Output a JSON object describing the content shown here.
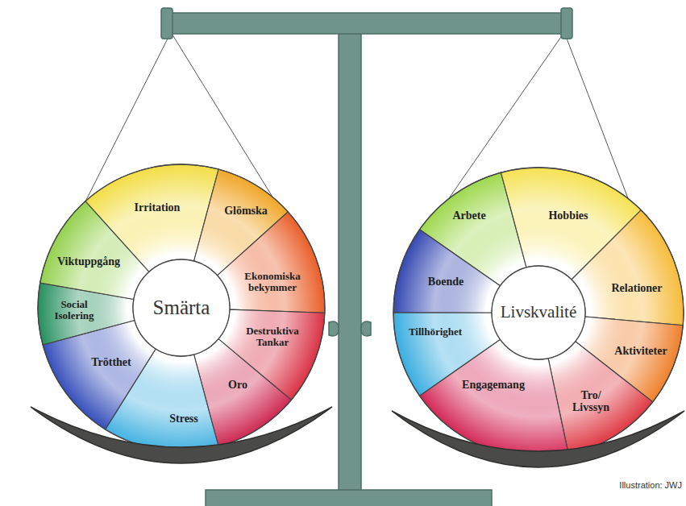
{
  "diagram": {
    "nodes": [
      {
        "text": [
          "Smärta"
        ]
      },
      {
        "text": [
          "Irritation"
        ]
      },
      {
        "text": [
          "Glömska"
        ]
      },
      {
        "text": [
          "Ekonomiska bekymmer"
        ]
      },
      {
        "text": [
          "Destruktiva Tankar"
        ]
      },
      {
        "text": [
          "Oro"
        ]
      },
      {
        "text": [
          "Stress"
        ]
      },
      {
        "text": [
          "Trötthet"
        ]
      },
      {
        "text": [
          "Social Isolering"
        ]
      },
      {
        "text": [
          "Viktuppgång"
        ]
      },
      {
        "text": [
          "Livskvalité"
        ]
      },
      {
        "text": [
          "Arbete"
        ]
      },
      {
        "text": [
          "Hobbies"
        ]
      },
      {
        "text": [
          "Relationer"
        ]
      },
      {
        "text": [
          "Aktiviteter"
        ]
      },
      {
        "text": [
          "Tro/ Livssyn"
        ]
      },
      {
        "text": [
          "Engagemang"
        ]
      },
      {
        "text": [
          "Tillhörighet"
        ]
      },
      {
        "text": [
          "Boende"
        ]
      }
    ],
    "labels": [
      "Illustration: JWJ"
    ]
  }
}
